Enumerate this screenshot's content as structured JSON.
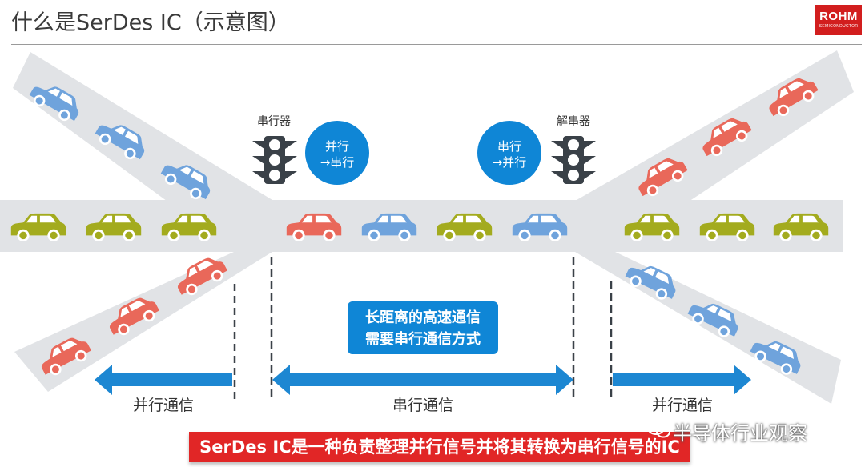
{
  "title": "什么是SerDes IC（示意图）",
  "logo": {
    "main": "ROHM",
    "sub": "SEMICONDUCTOR"
  },
  "labels": {
    "serializer": "串行器",
    "deserializer": "解串器",
    "p2s_line1": "并行",
    "p2s_line2": "→串行",
    "s2p_line1": "串行",
    "s2p_line2": "→并行",
    "long_line1": "长距离的高速通信",
    "long_line2": "需要串行通信方式",
    "parallel_left": "并行通信",
    "serial_mid": "串行通信",
    "parallel_right": "并行通信"
  },
  "banner": "SerDes IC是一种负责整理并行信号并将其转换为串行信号的IC",
  "watermark": "半导体行业观察",
  "colors": {
    "blue_car": "#6fa3dc",
    "red_car": "#e9685a",
    "green_car": "#a3ab1e",
    "road": "#e1e3e6",
    "badge": "#0f86d6",
    "arrow": "#1d87d2",
    "light": "#3a4148"
  }
}
